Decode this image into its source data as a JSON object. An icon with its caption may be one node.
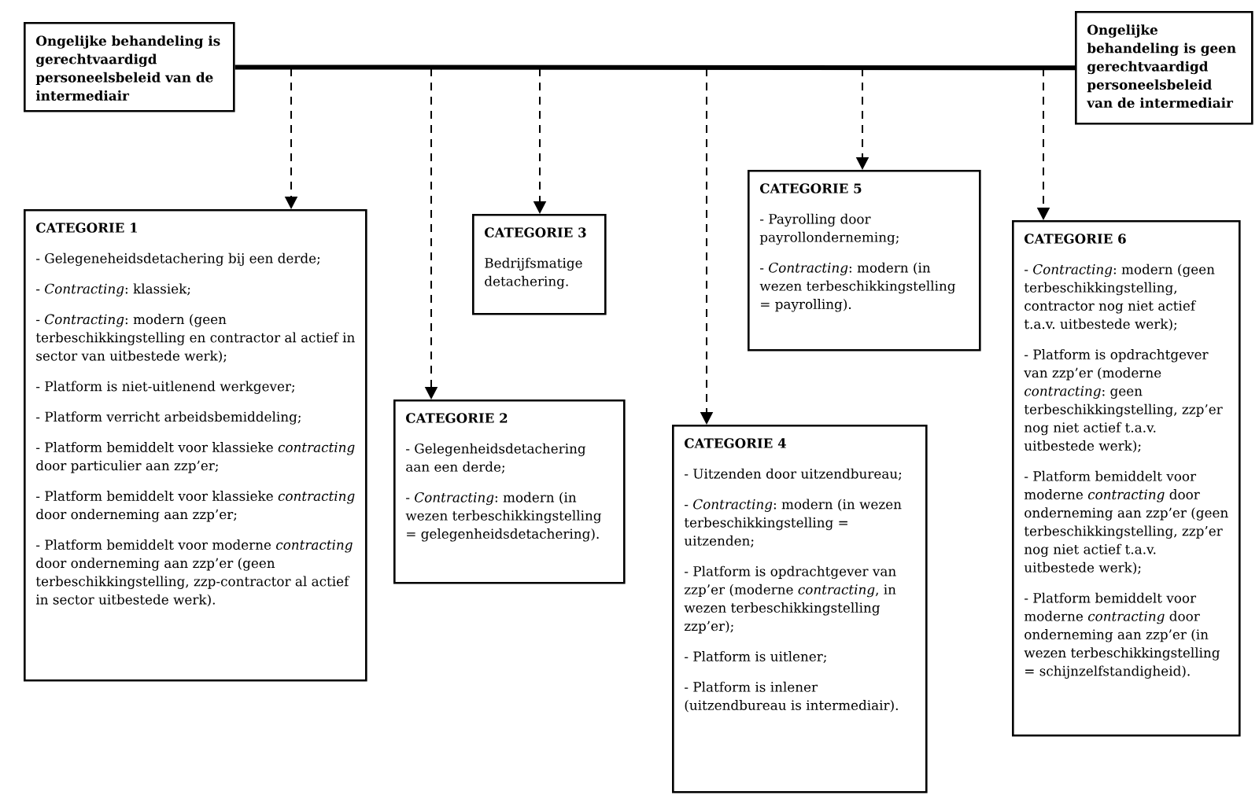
{
  "diagram": {
    "nodes": [
      {
        "text": [
          "Ongelijke behandeling is gerechtvaardigd personeelsbeleid van de intermediair"
        ]
      },
      {
        "text": [
          "Ongelijke behandeling is geen gerechtvaardigd personeelsbeleid van de intermediair"
        ]
      },
      {
        "text": [
          "CATEGORIE 1",
          "- Gelegeneheidsdetachering bij een derde;",
          "- *Contracting*: klassiek;",
          "- *Contracting*: modern (geen terbeschikkingstelling en contractor al actief in sector van uitbestede werk);",
          "- Platform is niet-uitlenend werkgever;",
          "- Platform verricht arbeidsbemiddeling;",
          "- Platform bemiddelt voor klassieke *contracting* door particulier aan zzp’er;",
          "- Platform bemiddelt voor klassieke *contracting* door onderneming aan zzp’er;",
          "- Platform bemiddelt voor moderne *contracting* door onderneming aan zzp’er (geen terbeschikkingstelling, zzp-contractor al actief in sector uitbestede werk)."
        ]
      },
      {
        "text": [
          "CATEGORIE 2",
          "- Gelegenheidsdetachering aan een derde;",
          "- *Contracting*: modern (in wezen terbeschikkingstelling = gelegenheidsdetachering)."
        ]
      },
      {
        "text": [
          "CATEGORIE 3",
          "Bedrijfsmatige detachering."
        ]
      },
      {
        "text": [
          "CATEGORIE 4",
          "- Uitzenden door uitzendbureau;",
          "- *Contracting*: modern (in wezen terbeschikkingstelling = uitzenden;",
          "- Platform is opdrachtgever van zzp’er (moderne *contracting*, in wezen terbeschikkingstelling zzp’er);",
          "- Platform is uitlener;",
          "- Platform is inlener (uitzendbureau is intermediair)."
        ]
      },
      {
        "text": [
          "CATEGORIE 5",
          "- Payrolling door payrollonderneming;",
          "- *Contracting*: modern (in wezen terbeschikkingstelling = payrolling)."
        ]
      },
      {
        "text": [
          "CATEGORIE 6",
          "- *Contracting*: modern (geen terbeschikkingstelling, contractor nog niet actief t.a.v. uitbestede werk);",
          "- Platform is opdrachtgever van zzp’er (moderne *contracting*: geen terbeschikkingstelling, zzp’er nog niet actief t.a.v. uitbestede werk);",
          "- Platform bemiddelt voor moderne *contracting* door onderneming aan zzp’er (geen terbeschikkingstelling, zzp’er nog niet actief t.a.v. uitbestede werk);",
          "- Platform bemiddelt voor moderne *contracting* door onderneming aan zzp’er (in wezen terbeschikkingstelling = schijnzelfstandigheid)."
        ]
      }
    ],
    "edges": [
      {
        "from": 0,
        "to": 1,
        "arrow": "none",
        "style": "thick"
      },
      {
        "from": null,
        "to": 2,
        "arrow": "to",
        "style": "dashed"
      },
      {
        "from": null,
        "to": 3,
        "arrow": "to",
        "style": "dashed"
      },
      {
        "from": null,
        "to": 4,
        "arrow": "to",
        "style": "dashed"
      },
      {
        "from": null,
        "to": 5,
        "arrow": "to",
        "style": "dashed"
      },
      {
        "from": null,
        "to": 6,
        "arrow": "to",
        "style": "dashed"
      },
      {
        "from": null,
        "to": 7,
        "arrow": "to",
        "style": "dashed"
      }
    ]
  }
}
